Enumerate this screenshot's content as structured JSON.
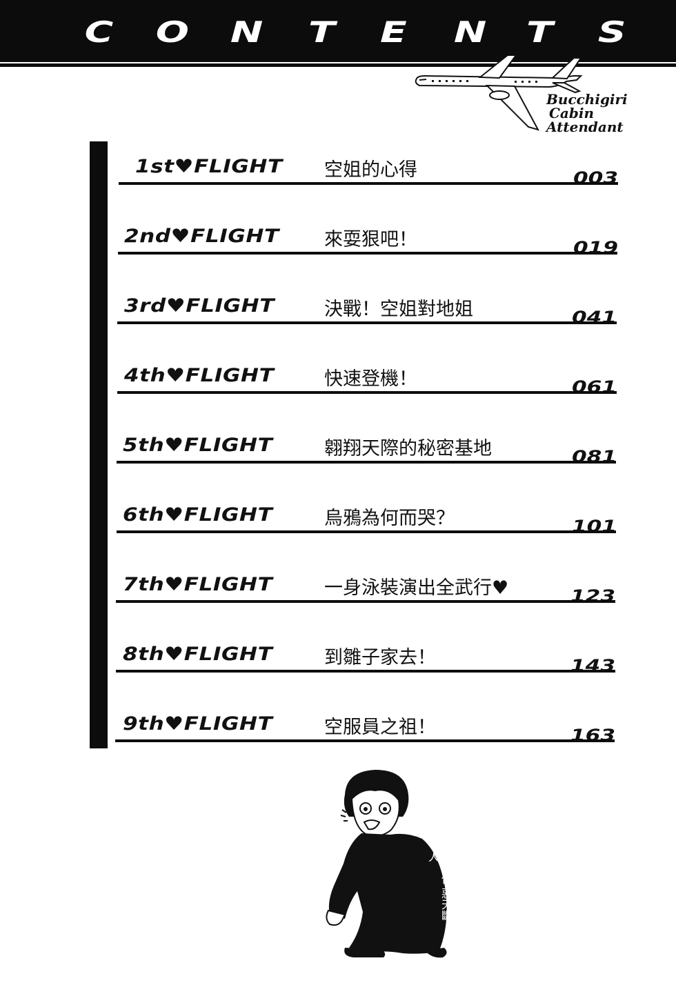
{
  "header": {
    "title_letters": [
      "C",
      "O",
      "N",
      "T",
      "E",
      "N",
      "T",
      "S"
    ],
    "book_title_lines": [
      "Bucchigiri",
      "Cabin",
      "Attendant"
    ]
  },
  "toc": [
    {
      "chapter": "1st",
      "heart": "♥",
      "flight": "FLIGHT",
      "title": "空姐的心得",
      "page": "003"
    },
    {
      "chapter": "2nd",
      "heart": "♥",
      "flight": "FLIGHT",
      "title": "來耍狠吧！",
      "page": "019"
    },
    {
      "chapter": "3rd",
      "heart": "♥",
      "flight": "FLIGHT",
      "title": "決戰！空姐對地姐",
      "page": "041"
    },
    {
      "chapter": "4th",
      "heart": "♥",
      "flight": "FLIGHT",
      "title": "快速登機！",
      "page": "061"
    },
    {
      "chapter": "5th",
      "heart": "♥",
      "flight": "FLIGHT",
      "title": "翱翔天際的秘密基地",
      "page": "081"
    },
    {
      "chapter": "6th",
      "heart": "♥",
      "flight": "FLIGHT",
      "title": "烏鴉為何而哭？",
      "page": "101"
    },
    {
      "chapter": "7th",
      "heart": "♥",
      "flight": "FLIGHT",
      "title": "一身泳裝演出全武行♥",
      "page": "123"
    },
    {
      "chapter": "8th",
      "heart": "♥",
      "flight": "FLIGHT",
      "title": "到雛子家去！",
      "page": "143"
    },
    {
      "chapter": "9th",
      "heart": "♥",
      "flight": "FLIGHT",
      "title": "空服員之祖！",
      "page": "163"
    }
  ],
  "illustration": {
    "jacket_text": "魁夜傳 惡天斷人"
  },
  "colors": {
    "ink": "#0c0c0c",
    "paper": "#ffffff"
  },
  "icons": [
    "airplane-icon",
    "heart-icon"
  ]
}
